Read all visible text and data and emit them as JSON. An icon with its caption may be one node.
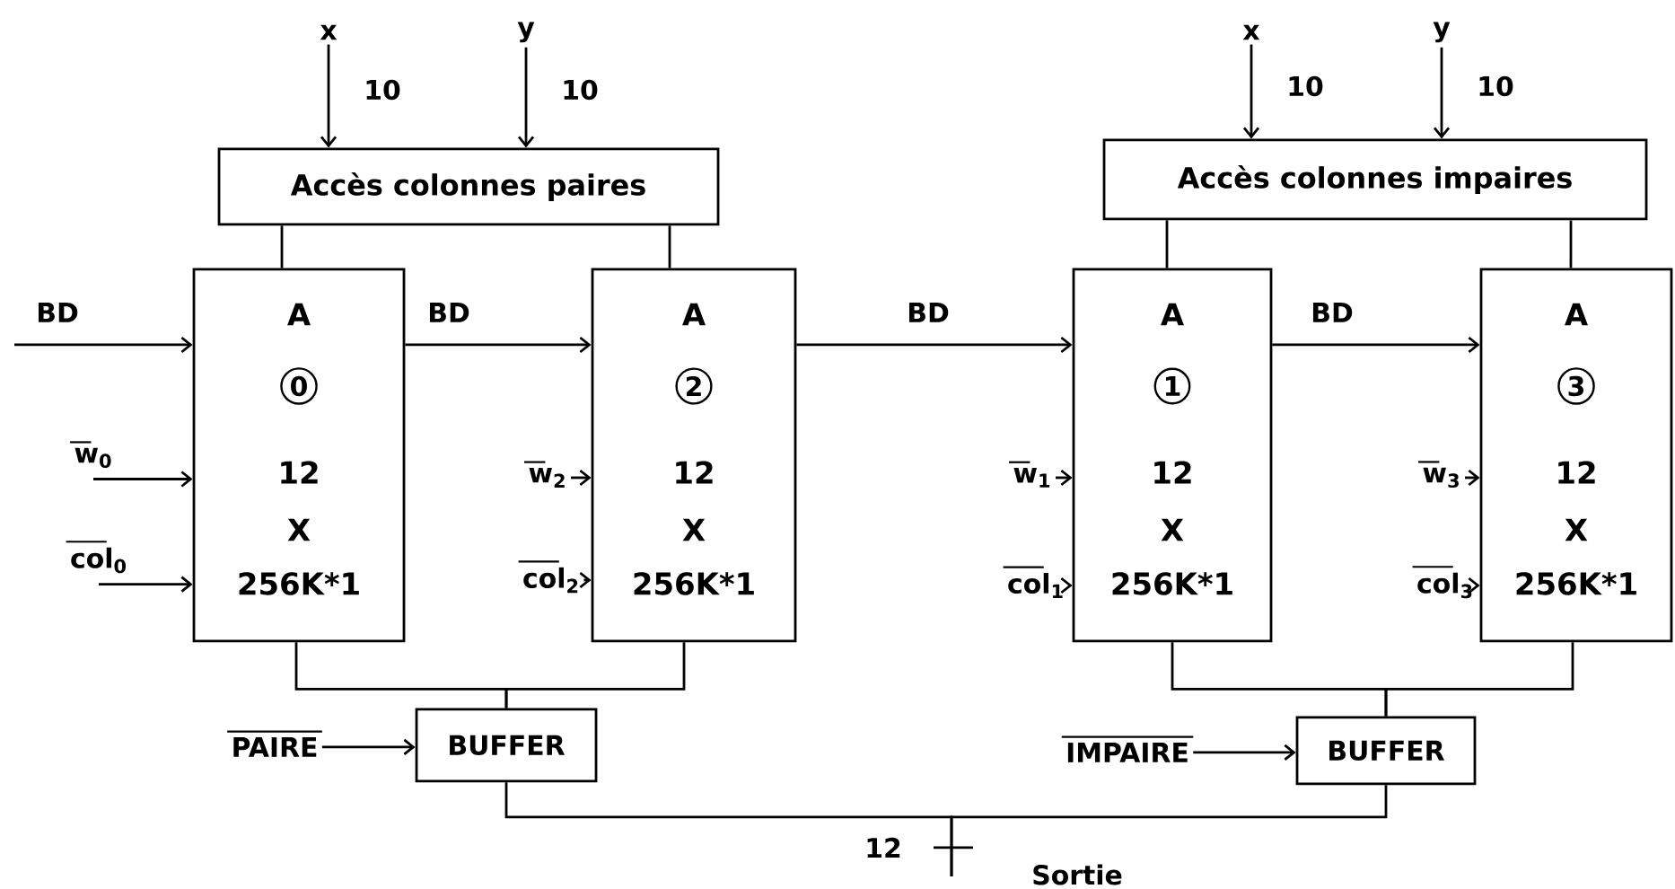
{
  "diagram": {
    "nodes": [
      {
        "text": [
          "Accès colonnes paires"
        ]
      },
      {
        "text": [
          "Accès colonnes impaires"
        ]
      },
      {
        "text": [
          "A",
          "0",
          "12",
          "X",
          "256K*1"
        ]
      },
      {
        "text": [
          "A",
          "2",
          "12",
          "X",
          "256K*1"
        ]
      },
      {
        "text": [
          "A",
          "1",
          "12",
          "X",
          "256K*1"
        ]
      },
      {
        "text": [
          "A",
          "3",
          "12",
          "X",
          "256K*1"
        ]
      },
      {
        "text": [
          "BUFFER"
        ]
      },
      {
        "text": [
          "BUFFER"
        ]
      },
      {
        "text": [
          "x"
        ]
      },
      {
        "text": [
          "y"
        ]
      },
      {
        "text": [
          "x"
        ]
      },
      {
        "text": [
          "y"
        ]
      },
      {
        "text": [
          "w$_{0}$"
        ]
      },
      {
        "text": [
          "col$_{0}$"
        ]
      },
      {
        "text": [
          "w$_{2}$"
        ]
      },
      {
        "text": [
          "col$_{2}$"
        ]
      },
      {
        "text": [
          "w$_{1}$"
        ]
      },
      {
        "text": [
          "col$_{1}$"
        ]
      },
      {
        "text": [
          "w$_{3}$"
        ]
      },
      {
        "text": [
          "col$_{3}$"
        ]
      },
      {
        "text": [
          "PAIRE"
        ]
      },
      {
        "text": [
          "IMPAIRE"
        ]
      }
    ],
    "edges": [
      {
        "from": 8,
        "to": 0,
        "arrow": "to",
        "label": "10"
      },
      {
        "from": 9,
        "to": 0,
        "arrow": "to",
        "label": "10"
      },
      {
        "from": 10,
        "to": 1,
        "arrow": "to",
        "label": "10"
      },
      {
        "from": 11,
        "to": 1,
        "arrow": "to",
        "label": "10"
      },
      {
        "from": 0,
        "to": 2,
        "arrow": "none"
      },
      {
        "from": 0,
        "to": 3,
        "arrow": "none"
      },
      {
        "from": 1,
        "to": 4,
        "arrow": "none"
      },
      {
        "from": 1,
        "to": 5,
        "arrow": "none"
      },
      {
        "from": null,
        "to": 2,
        "arrow": "to",
        "label": "BD"
      },
      {
        "from": 2,
        "to": 3,
        "arrow": "to",
        "label": "BD"
      },
      {
        "from": 3,
        "to": 4,
        "arrow": "to",
        "label": "BD"
      },
      {
        "from": 4,
        "to": 5,
        "arrow": "to",
        "label": "BD"
      },
      {
        "from": 12,
        "to": 2,
        "arrow": "to"
      },
      {
        "from": 13,
        "to": 2,
        "arrow": "to"
      },
      {
        "from": 14,
        "to": 3,
        "arrow": "to"
      },
      {
        "from": 15,
        "to": 3,
        "arrow": "to"
      },
      {
        "from": 16,
        "to": 4,
        "arrow": "to"
      },
      {
        "from": 17,
        "to": 4,
        "arrow": "to"
      },
      {
        "from": 18,
        "to": 5,
        "arrow": "to"
      },
      {
        "from": 19,
        "to": 5,
        "arrow": "to"
      },
      {
        "from": 20,
        "to": 6,
        "arrow": "to"
      },
      {
        "from": 21,
        "to": 7,
        "arrow": "to"
      },
      {
        "from": 2,
        "to": 6,
        "arrow": "none"
      },
      {
        "from": 3,
        "to": 6,
        "arrow": "none"
      },
      {
        "from": 4,
        "to": 7,
        "arrow": "none"
      },
      {
        "from": 5,
        "to": 7,
        "arrow": "none"
      },
      {
        "from": 6,
        "to": null,
        "arrow": "none"
      },
      {
        "from": 7,
        "to": null,
        "arrow": "none"
      }
    ],
    "labels": [
      "12",
      "Sortie"
    ]
  }
}
